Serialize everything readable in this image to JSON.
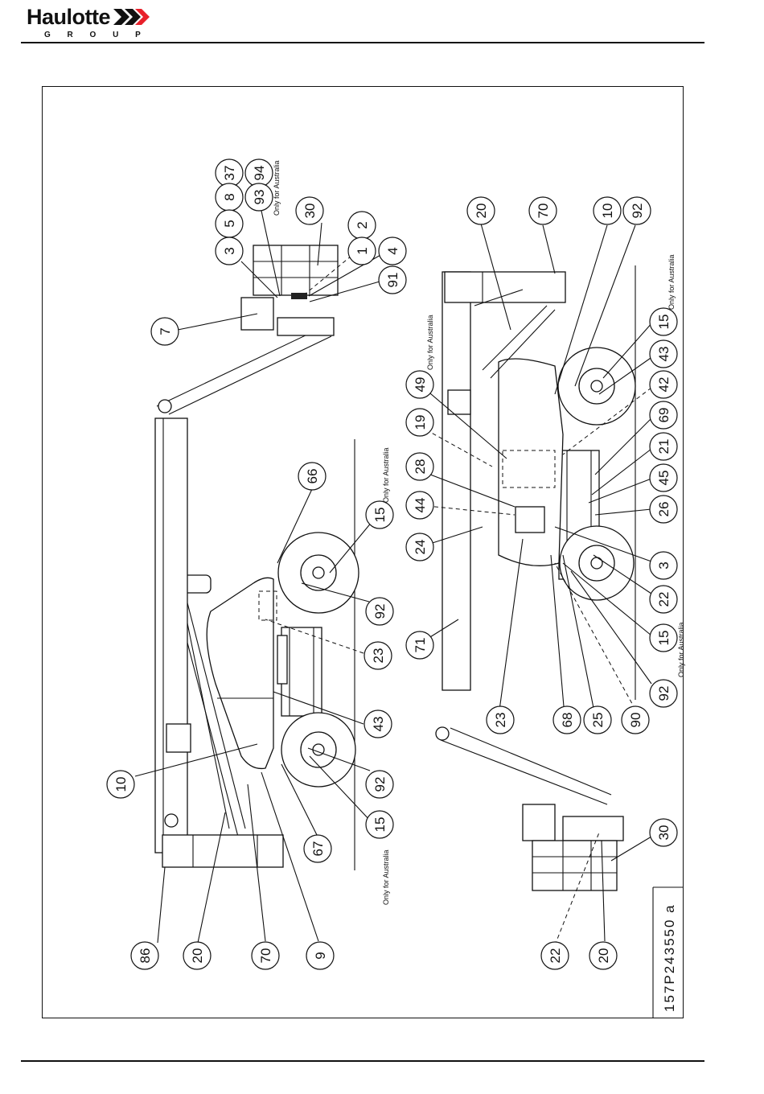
{
  "header": {
    "brand": "Haulotte",
    "brand_sub": "G R O U P"
  },
  "document_id": "157P243550 a",
  "note_text": "Only for Australia",
  "callouts_top": {
    "c37": "37",
    "c94": "94",
    "c8": "8",
    "c93": "93",
    "c5": "5",
    "c3": "3",
    "c30": "30",
    "c2": "2",
    "c1": "1",
    "c4": "4",
    "c91": "91",
    "c7": "7",
    "c66": "66",
    "c15a": "15",
    "c92a": "92",
    "c23": "23",
    "c43": "43",
    "c92b": "92",
    "c15b": "15",
    "c67": "67",
    "c10": "10",
    "c86": "86",
    "c20": "20",
    "c70": "70",
    "c9": "9"
  },
  "callouts_bottom": {
    "c20": "20",
    "c70": "70",
    "c10": "10",
    "c92": "92",
    "c15a": "15",
    "c43": "43",
    "c42": "42",
    "c69": "69",
    "c21": "21",
    "c45": "45",
    "c26": "26",
    "c3": "3",
    "c22a": "22",
    "c15b": "15",
    "c92b": "92",
    "c49": "49",
    "c19": "19",
    "c28": "28",
    "c44": "44",
    "c24": "24",
    "c71": "71",
    "c23": "23",
    "c68": "68",
    "c25": "25",
    "c90": "90",
    "c30": "30",
    "c22b": "22",
    "c20b": "20"
  },
  "colors": {
    "ink": "#111111",
    "accent": "#e8202a"
  },
  "icons": {
    "logo_mark": "double-chevron-logo"
  }
}
